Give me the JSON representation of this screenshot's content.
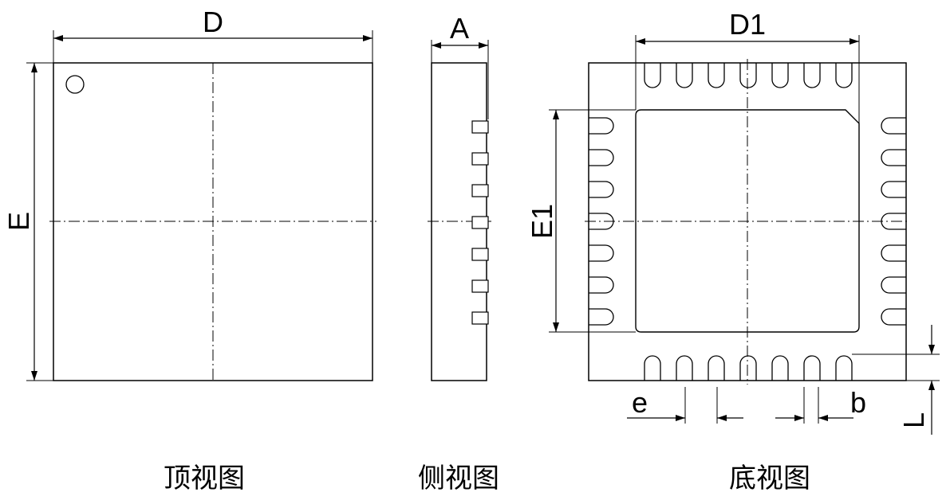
{
  "labels": {
    "D": "D",
    "E": "E",
    "A": "A",
    "D1": "D1",
    "E1": "E1",
    "e": "e",
    "b": "b",
    "L": "L"
  },
  "captions": {
    "top": "顶视图",
    "side": "侧视图",
    "bottom": "底视图"
  },
  "style": {
    "line_color": "#000000",
    "background": "#ffffff"
  },
  "package": {
    "pins_per_side": 7,
    "pin1_marker": "circle"
  }
}
